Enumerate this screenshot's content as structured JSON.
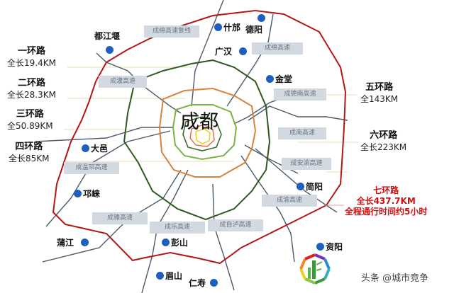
{
  "center": {
    "name": "成都"
  },
  "rings": [
    {
      "id": "ring1",
      "title": "一环路",
      "length": "全长19.4KM",
      "color": "#f2d21c"
    },
    {
      "id": "ring2",
      "title": "二环路",
      "length": "全长28.3KM",
      "color": "#e87a3a"
    },
    {
      "id": "ring3",
      "title": "三环路",
      "length": "全50.89KM",
      "color": "#3b6e2a"
    },
    {
      "id": "ring4",
      "title": "四环路",
      "length": "全长85KM",
      "color": "#7cb342"
    },
    {
      "id": "ring5",
      "title": "五环路",
      "length": "全143KM",
      "color": "#d9823b"
    },
    {
      "id": "ring6",
      "title": "六环路",
      "length": "全长223KM",
      "color": "#2e5a1e"
    },
    {
      "id": "ring7",
      "title": "七环路",
      "length": "全长437.7KM",
      "note": "全程通行时间约5小时",
      "color": "#b01818"
    }
  ],
  "cities": [
    {
      "name": "都江堰"
    },
    {
      "name": "什邡"
    },
    {
      "name": "德阳"
    },
    {
      "name": "广汉"
    },
    {
      "name": "金堂"
    },
    {
      "name": "大邑"
    },
    {
      "name": "邛崃"
    },
    {
      "name": "简阳"
    },
    {
      "name": "蒲江"
    },
    {
      "name": "彭山"
    },
    {
      "name": "眉山"
    },
    {
      "name": "仁寿"
    },
    {
      "name": "资阳"
    }
  ],
  "highways": [
    {
      "name": "成绵高速复线"
    },
    {
      "name": "成绵高速"
    },
    {
      "name": "成灌高速"
    },
    {
      "name": "成德南高速"
    },
    {
      "name": "成南高速"
    },
    {
      "name": "成温邛高速"
    },
    {
      "name": "成安渝高速"
    },
    {
      "name": "成渝高速"
    },
    {
      "name": "成雅高速"
    },
    {
      "name": "成乐高速"
    },
    {
      "name": "成自泸高速"
    }
  ],
  "watermark": "头条 @城市竞争",
  "colors": {
    "city_dot": "#1f5fbf",
    "highway_line": "#4a5a6a",
    "highway_label_bg": "#d3d9e1",
    "ring7_text": "#d01010"
  }
}
